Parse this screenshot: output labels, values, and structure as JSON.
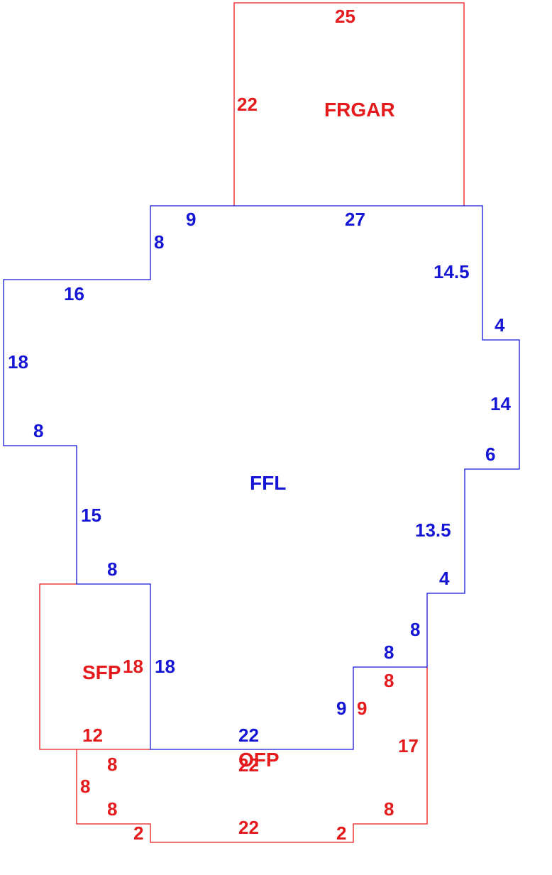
{
  "areas": {
    "frgar": "FRGAR",
    "ffl": "FFL",
    "sfp": "SFP",
    "ofp": "OFP"
  },
  "colors": {
    "red": "#e41a1c",
    "blue": "#1515d6"
  },
  "dimensions": {
    "frgar_top": "25",
    "frgar_left": "22",
    "ffl_top_left": "9",
    "ffl_top": "27",
    "ffl_step1": "8",
    "ffl_right_upper": "14.5",
    "ffl_step_right_1": "4",
    "ffl_right_mid": "14",
    "ffl_step_right_2": "6",
    "ffl_left_top": "16",
    "ffl_left": "18",
    "ffl_left_step": "8",
    "ffl_left_lower": "15",
    "ffl_sfp_top": "8",
    "ffl_right_lower": "13.5",
    "ffl_step_right_3": "4",
    "ffl_right_8a": "8",
    "ffl_step_8b": "8",
    "ffl_sfp_side": "18",
    "ffl_bottom": "22",
    "ffl_notch": "9",
    "sfp_side": "18",
    "sfp_bottom": "12",
    "ofp_top_right": "8",
    "ofp_notch": "9",
    "ofp_right": "17",
    "ofp_top": "22",
    "ofp_left_top": "8",
    "ofp_left": "8",
    "ofp_left_bottom": "8",
    "ofp_right_bottom": "8",
    "ofp_step_left": "2",
    "ofp_bottom": "22",
    "ofp_step_right": "2"
  }
}
